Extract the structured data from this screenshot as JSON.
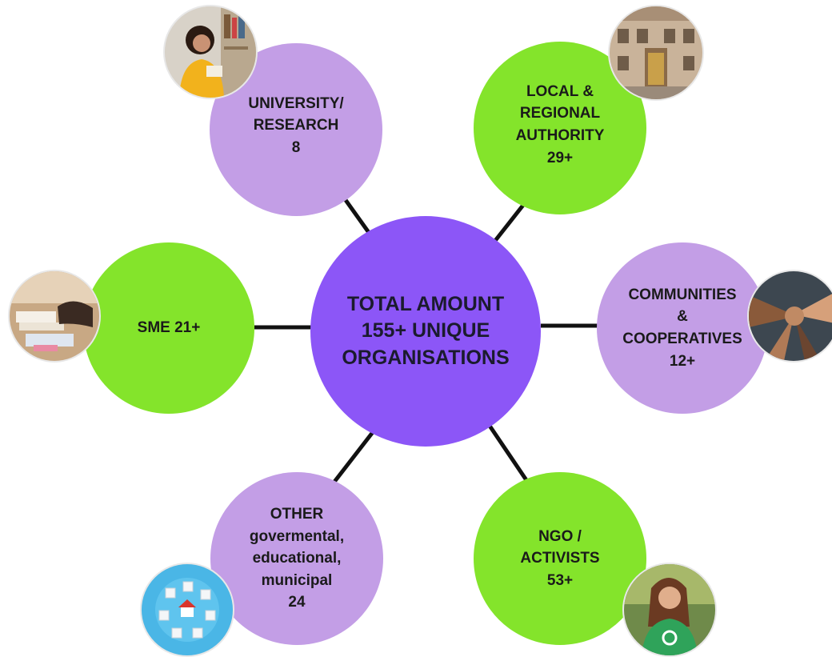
{
  "colors": {
    "center": "#8c56f7",
    "lavender": "#c39ee6",
    "green": "#84e42b",
    "connector": "#111111"
  },
  "center": {
    "lines": [
      "TOTAL AMOUNT",
      "155+ UNIQUE",
      "ORGANISATIONS"
    ]
  },
  "nodes": {
    "university": {
      "lines": [
        "UNIVERSITY/",
        "RESEARCH",
        "8"
      ],
      "photo": "woman-reading-in-library-icon"
    },
    "local_authority": {
      "lines": [
        "LOCAL &",
        "REGIONAL",
        "AUTHORITY",
        "29+"
      ],
      "photo": "government-building-icon"
    },
    "sme": {
      "lines": [
        "SME 21+"
      ],
      "photo": "office-desk-paperwork-icon"
    },
    "communities": {
      "lines": [
        "COMMUNITIES",
        "&",
        "COOPERATIVES",
        "12+"
      ],
      "photo": "stacked-hands-icon"
    },
    "other": {
      "lines": [
        "OTHER",
        "govermental,",
        "educational,",
        "municipal",
        "24"
      ],
      "photo": "network-cubes-icon"
    },
    "ngo": {
      "lines": [
        "NGO /",
        "ACTIVISTS",
        "53+"
      ],
      "photo": "activist-with-recycling-shirt-icon"
    }
  }
}
